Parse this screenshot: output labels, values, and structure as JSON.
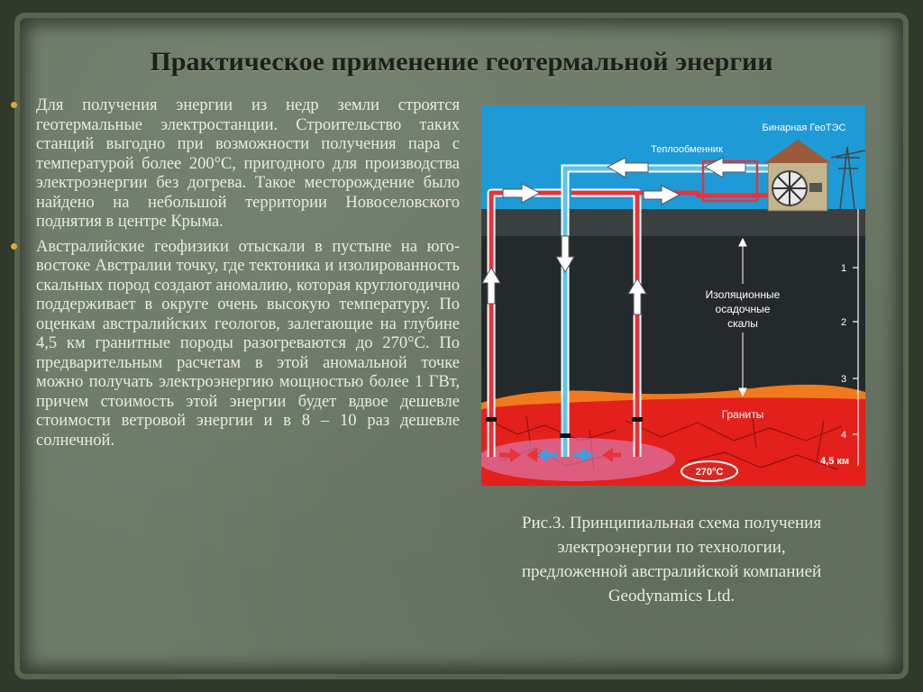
{
  "title": "Практическое применение геотермальной энергии",
  "bullets": [
    "Для получения энергии из недр земли строятся геотермальные электростанции. Строительство таких станций выгодно при возможности получения пара с температурой более 200°С, пригодного для производства электроэнергии без догрева. Такое месторождение было найдено на небольшой территории Новоселовского поднятия в центре Крыма.",
    "Австралийские геофизики отыскали в пустыне на юго-востоке Австралии точку, где тектоника и изолированность скальных пород создают аномалию, которая круглогодично поддерживает в округе очень высокую температуру. По оценкам австралийских геологов, залегающие на глубине 4,5 км гранитные породы разогреваются до 270°С. По предварительным расчетам в этой аномальной точке можно получать электроэнергию мощностью более 1 ГВт, причем стоимость этой энергии будет вдвое дешевле стоимости ветровой энергии и в 8 – 10 раз дешевле солнечной."
  ],
  "figure": {
    "station_label": "Бинарная ГеоТЭС",
    "exchanger_label": "Теплообменник",
    "insulation_label_1": "Изоляционные",
    "insulation_label_2": "осадочные",
    "insulation_label_3": "скалы",
    "granite_label": "Граниты",
    "temperature_label": "270°С",
    "depth_ticks": [
      "1",
      "2",
      "3",
      "4"
    ],
    "depth_bottom": "4,5 км"
  },
  "caption": "Рис.3. Принципиальная схема получения электроэнергии по технологии, предложенной австралийской компанией Geodynamics Ltd.",
  "colors": {
    "sky": "#1e9ad6",
    "rock": "#242a2b",
    "granite": "#e4201c",
    "hot_pipe": "#e8333a",
    "cold_pipe": "#5fc4e8",
    "bullet": "#e0a63a"
  }
}
